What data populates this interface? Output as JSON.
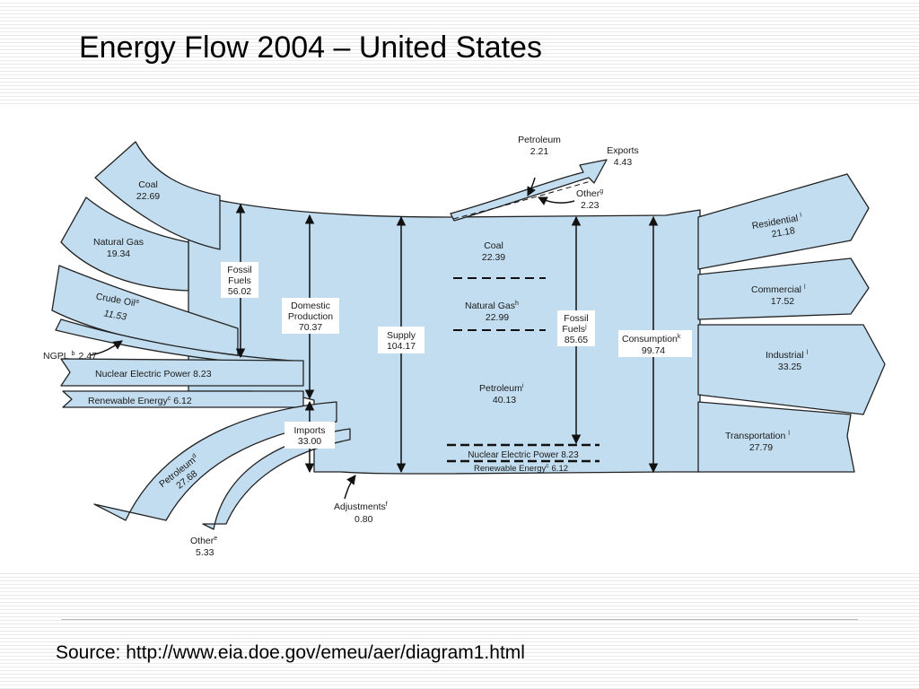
{
  "title": "Energy Flow 2004 – United States",
  "source": "Source: http://www.eia.doe.gov/emeu/aer/diagram1.html",
  "colors": {
    "flow_fill": "#c2ddef",
    "flow_stroke": "#222222",
    "page_background": "#ffffff"
  },
  "labels": {
    "coal": {
      "name": "Coal",
      "value": "22.69"
    },
    "natural_gas": {
      "name": "Natural Gas",
      "value": "19.34"
    },
    "crude_oil": {
      "name": "Crude Oil",
      "sup": "a",
      "value": "11.53"
    },
    "ngpl": {
      "name": "NGPL",
      "sup": "b",
      "value": "2.47"
    },
    "nuclear_in": {
      "text": "Nuclear Electric Power 8.23"
    },
    "renewable_in": {
      "name": "Renewable Energy",
      "sup": "c",
      "value": "6.12"
    },
    "petroleum_imp": {
      "name": "Petroleum",
      "sup": "d",
      "value": "27.68"
    },
    "other_imp": {
      "name": "Other",
      "sup": "e",
      "value": "5.33"
    },
    "fossil_fuels_left": {
      "line1": "Fossil",
      "line2": "Fuels",
      "value": "56.02"
    },
    "domestic_production": {
      "line1": "Domestic",
      "line2": "Production",
      "value": "70.37"
    },
    "imports": {
      "name": "Imports",
      "value": "33.00"
    },
    "supply": {
      "name": "Supply",
      "value": "104.17"
    },
    "adjustments": {
      "name": "Adjustments",
      "sup": "f",
      "value": "0.80"
    },
    "petroleum_exp": {
      "name": "Petroleum",
      "value": "2.21"
    },
    "exports": {
      "name": "Exports",
      "value": "4.43"
    },
    "other_exp": {
      "name": "Other",
      "sup": "g",
      "value": "2.23"
    },
    "coal_mid": {
      "name": "Coal",
      "value": "22.39"
    },
    "natural_gas_mid": {
      "name": "Natural Gas",
      "sup": "h",
      "value": "22.99"
    },
    "petroleum_mid": {
      "name": "Petroleum",
      "sup": "i",
      "value": "40.13"
    },
    "nuclear_mid": {
      "text": "Nuclear Electric Power 8.23"
    },
    "renewable_mid": {
      "name": "Renewable Energy",
      "sup": "c",
      "value": "6.12"
    },
    "fossil_fuels_right": {
      "line1": "Fossil",
      "line2": "Fuels",
      "sup": "j",
      "value": "85.65"
    },
    "consumption": {
      "name": "Consumption",
      "sup": "k",
      "value": "99.74"
    },
    "residential": {
      "name": "Residential",
      "sup": "l",
      "value": "21.18"
    },
    "commercial": {
      "name": "Commercial",
      "sup": "l",
      "value": "17.52"
    },
    "industrial": {
      "name": "Industrial",
      "sup": "l",
      "value": "33.25"
    },
    "transportation": {
      "name": "Transportation",
      "sup": "l",
      "value": "27.79"
    }
  }
}
